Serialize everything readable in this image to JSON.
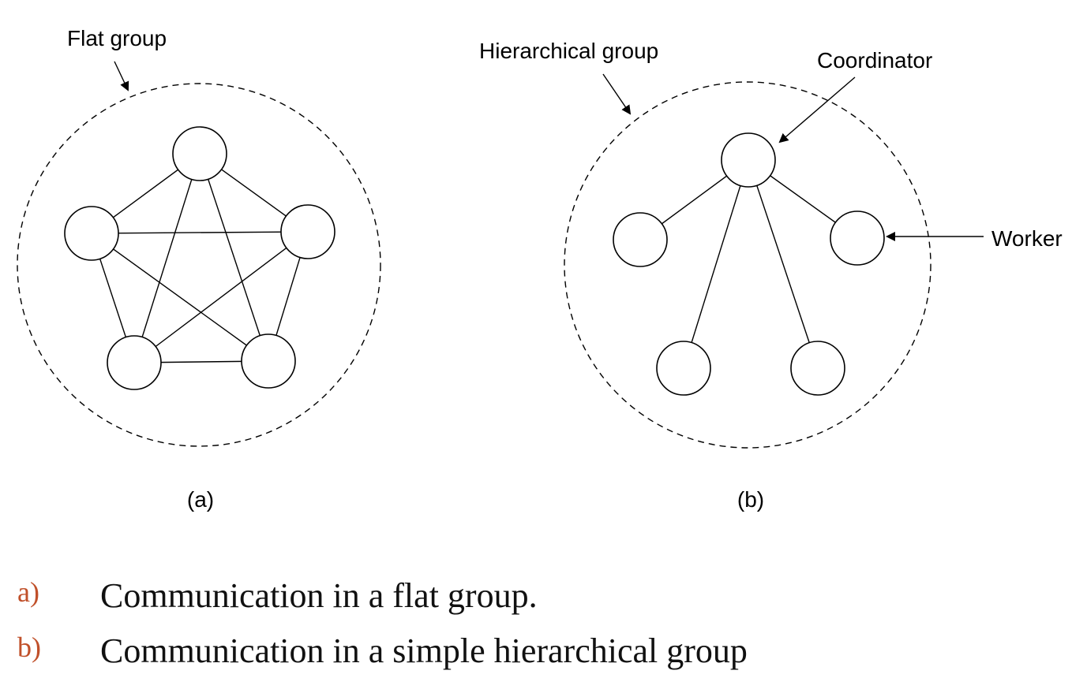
{
  "diagram": {
    "flat_group_label": "Flat group",
    "hierarchical_group_label": "Hierarchical group",
    "coordinator_label": "Coordinator",
    "worker_label": "Worker",
    "panel_a_label": "(a)",
    "panel_b_label": "(b)"
  },
  "captions": [
    {
      "marker": "a)",
      "text": "Communication in a flat group."
    },
    {
      "marker": "b)",
      "text": "Communication in a simple hierarchical group"
    }
  ],
  "colors": {
    "marker": "#c0502a",
    "stroke": "#000000",
    "background": "#ffffff"
  }
}
